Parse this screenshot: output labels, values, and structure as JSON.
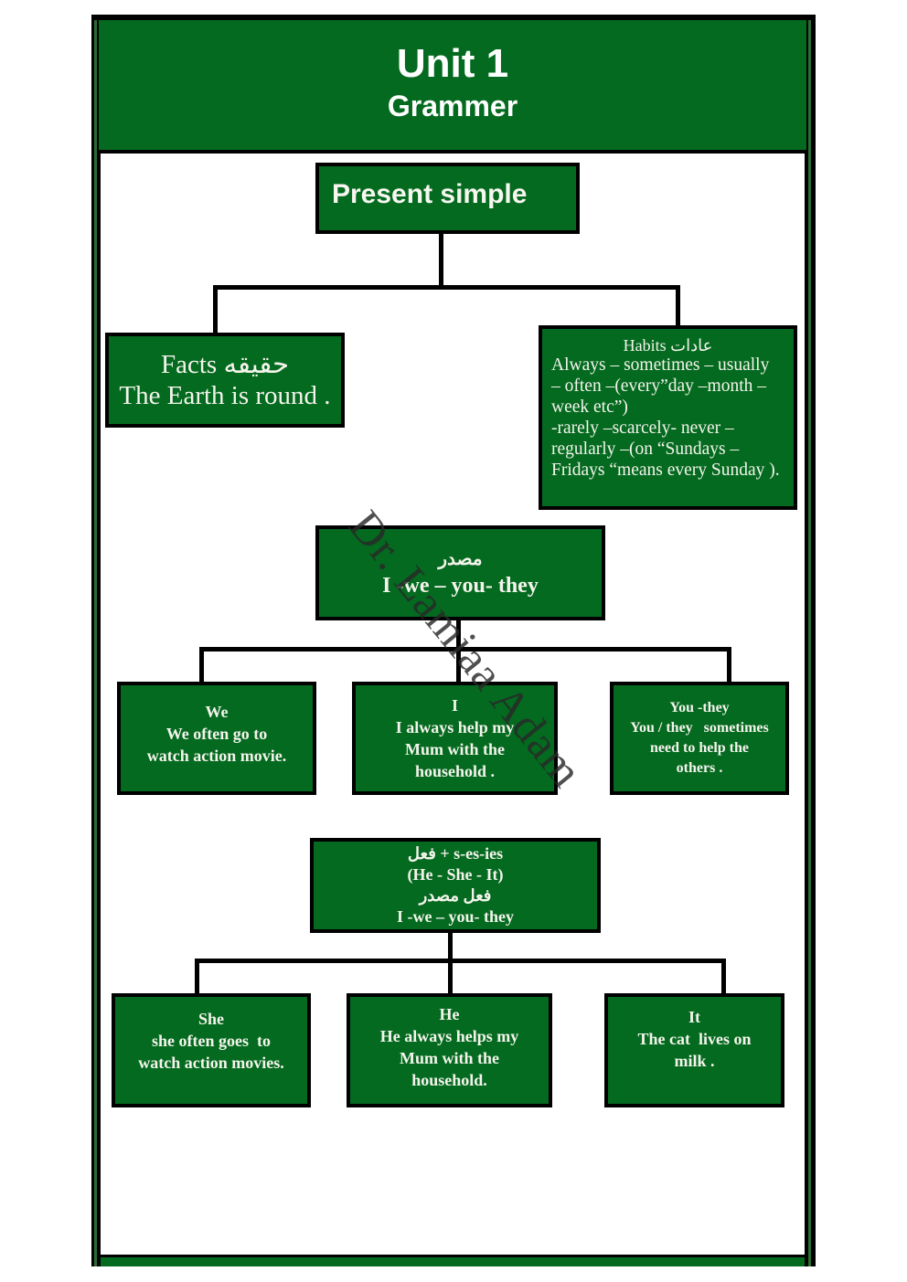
{
  "header": {
    "title": "Unit 1",
    "subtitle": "Grammer"
  },
  "watermark": "Dr. Lamiaa Adam",
  "root": {
    "label": "Present simple"
  },
  "facts": {
    "heading": "Facts حقيقه",
    "example": "The Earth is round ."
  },
  "habits": {
    "heading": "Habits عادات",
    "lines": [
      "Always – sometimes – usually",
      "– often –(every”day –month –",
      "week etc”)",
      "-rarely –scarcely- never –",
      "regularly –(on “Sundays –",
      "Fridays “means every Sunday )."
    ]
  },
  "base_form": {
    "arabic": "مصدر",
    "subjects": "I -we – you- they"
  },
  "base_examples": [
    {
      "subject": "We",
      "lines": [
        "We often go to",
        "watch action movie."
      ]
    },
    {
      "subject": "I",
      "lines": [
        "I always help my",
        "Mum with the",
        "household ."
      ]
    },
    {
      "subject": "You -they",
      "lines": [
        "You / they   sometimes",
        "need to help the",
        "others ."
      ]
    }
  ],
  "third_person": {
    "lines": [
      "فعل + s-es-ies",
      "(He - She - It)",
      "فعل مصدر",
      "I -we – you- they"
    ]
  },
  "third_examples": [
    {
      "subject": "She",
      "lines": [
        "she often goes  to",
        "watch action movies."
      ]
    },
    {
      "subject": "He",
      "lines": [
        "He always helps my",
        "Mum with the",
        "household."
      ]
    },
    {
      "subject": "It",
      "lines": [
        "The cat  lives on",
        "milk ."
      ]
    }
  ],
  "colors": {
    "box_green": "#046a1f",
    "border": "#000000",
    "text": "#f4f4ec"
  }
}
